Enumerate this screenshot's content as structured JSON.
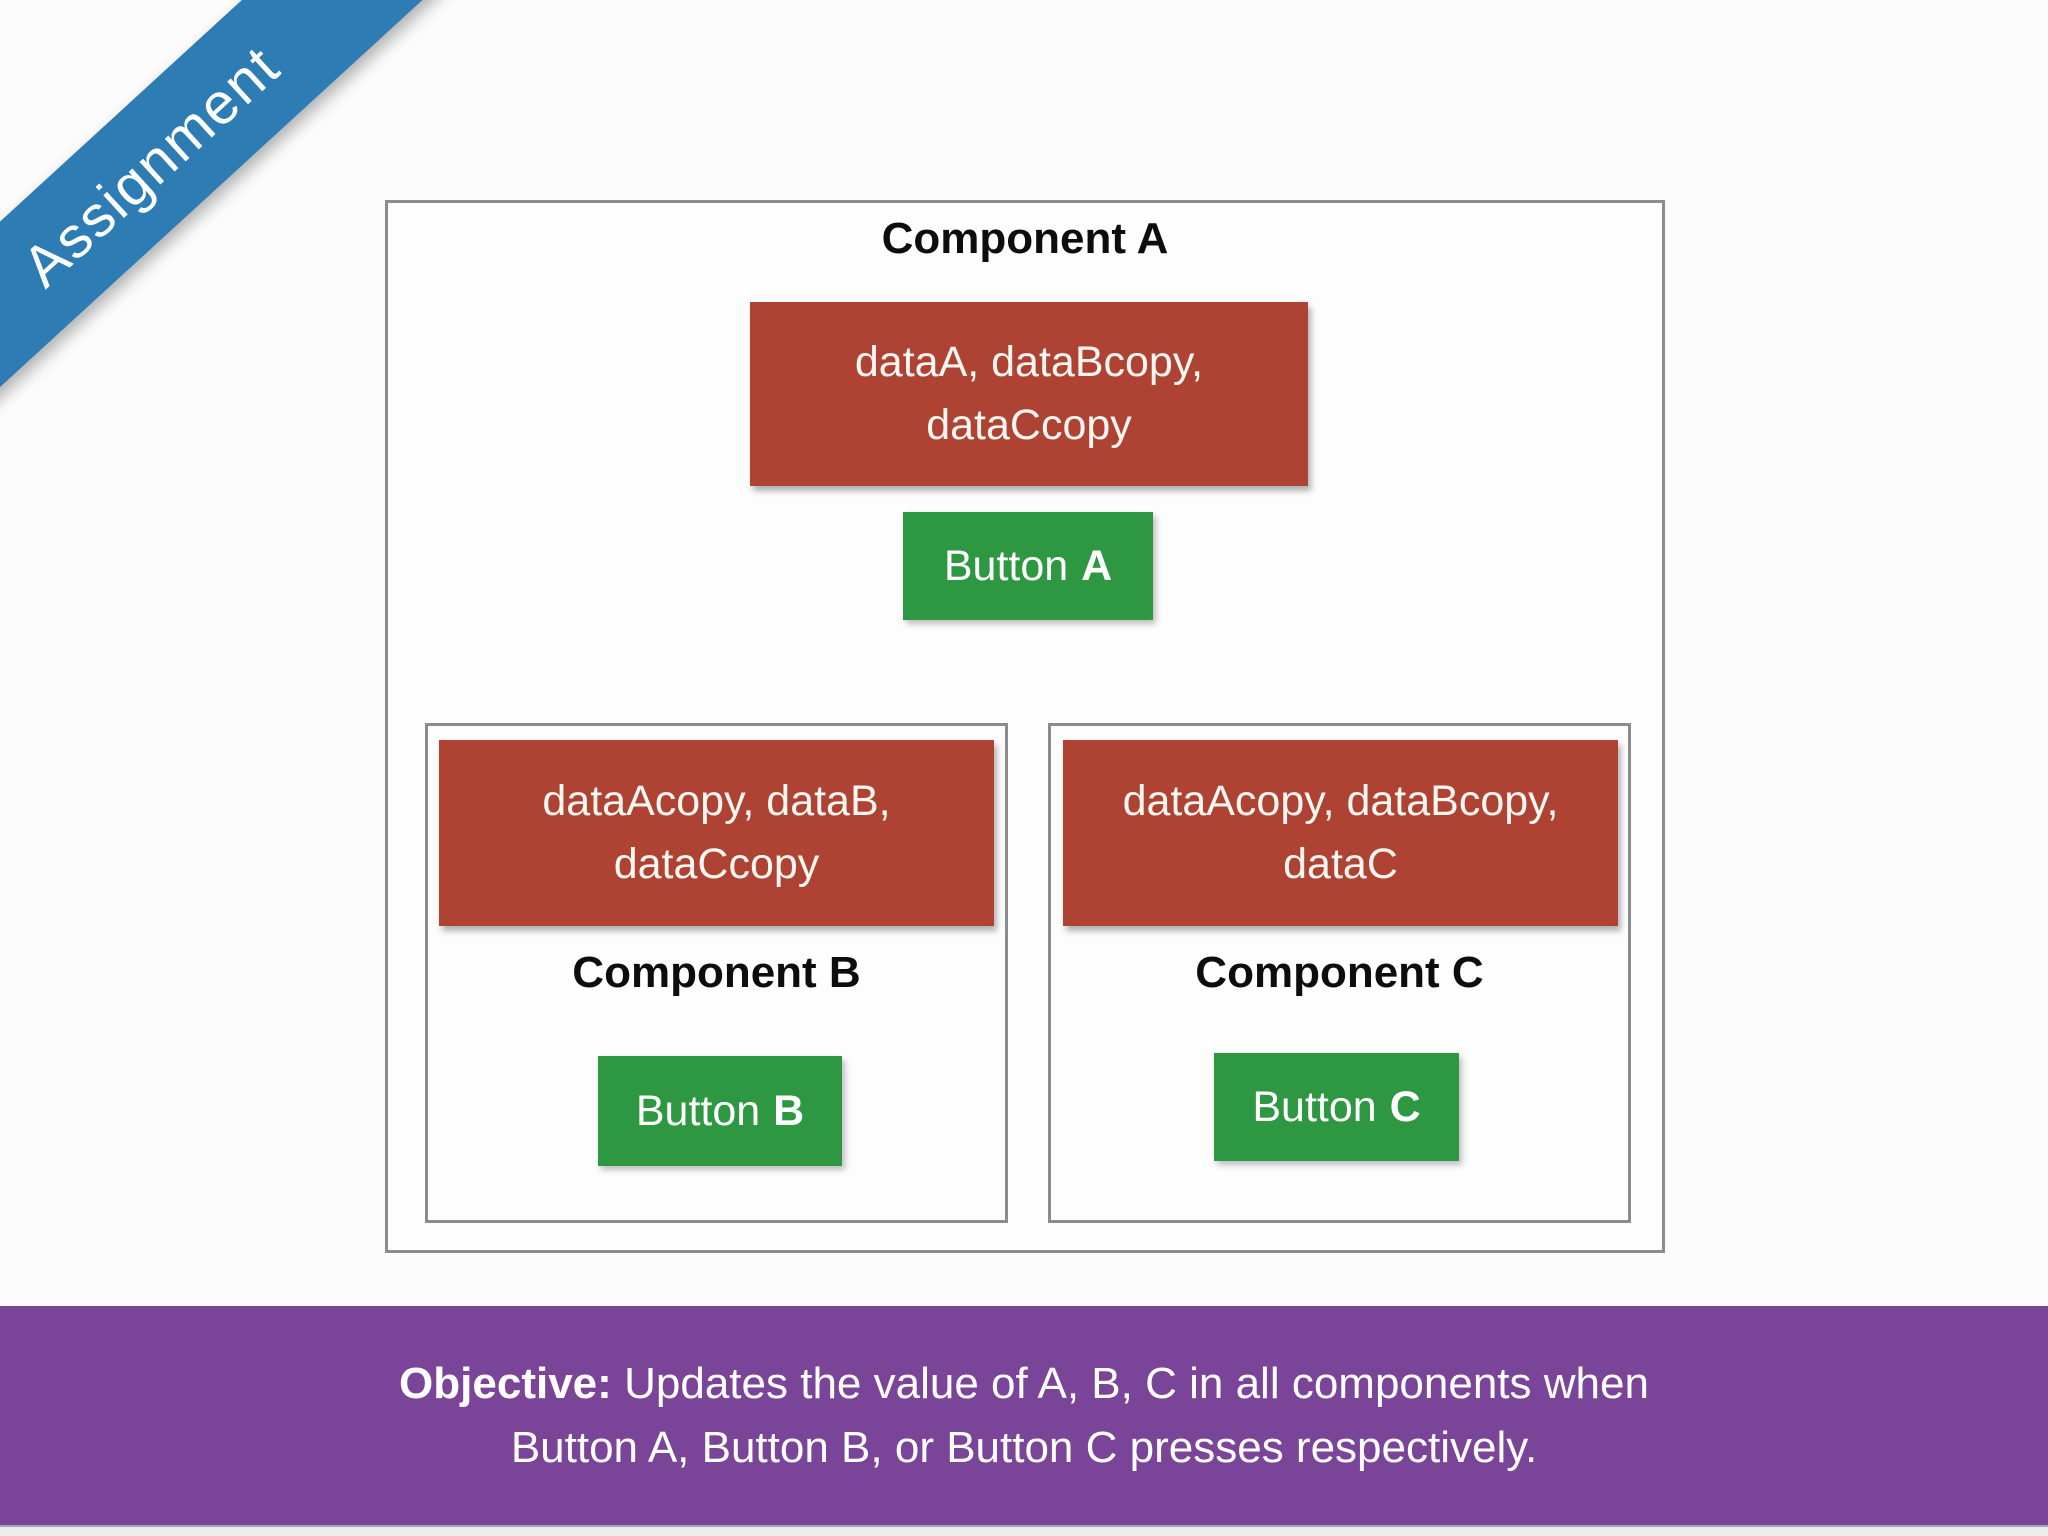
{
  "slide": {
    "ribbon_label": "Assignment",
    "components": {
      "a": {
        "title": "Component A",
        "data_line1": "dataA, dataBcopy,",
        "data_line2": "dataCcopy",
        "button_prefix": "Button",
        "button_key": "A"
      },
      "b": {
        "title": "Component B",
        "data_line1": "dataAcopy, dataB,",
        "data_line2": "dataCcopy",
        "button_prefix": "Button",
        "button_key": "B"
      },
      "c": {
        "title": "Component C",
        "data_line1": "dataAcopy, dataBcopy,",
        "data_line2": "dataC",
        "button_prefix": "Button",
        "button_key": "C"
      }
    },
    "objective": {
      "heading": "Objective:",
      "line1": "Updates the value of A, B, C in all components when",
      "line2": "Button A, Button B, or Button C presses respectively."
    },
    "colors": {
      "ribbon_blue": "#2e7cb4",
      "data_box_red": "#ae4233",
      "button_green": "#2d9741",
      "objective_purple": "#7a4599",
      "box_border_gray": "#8c8c8c"
    }
  }
}
